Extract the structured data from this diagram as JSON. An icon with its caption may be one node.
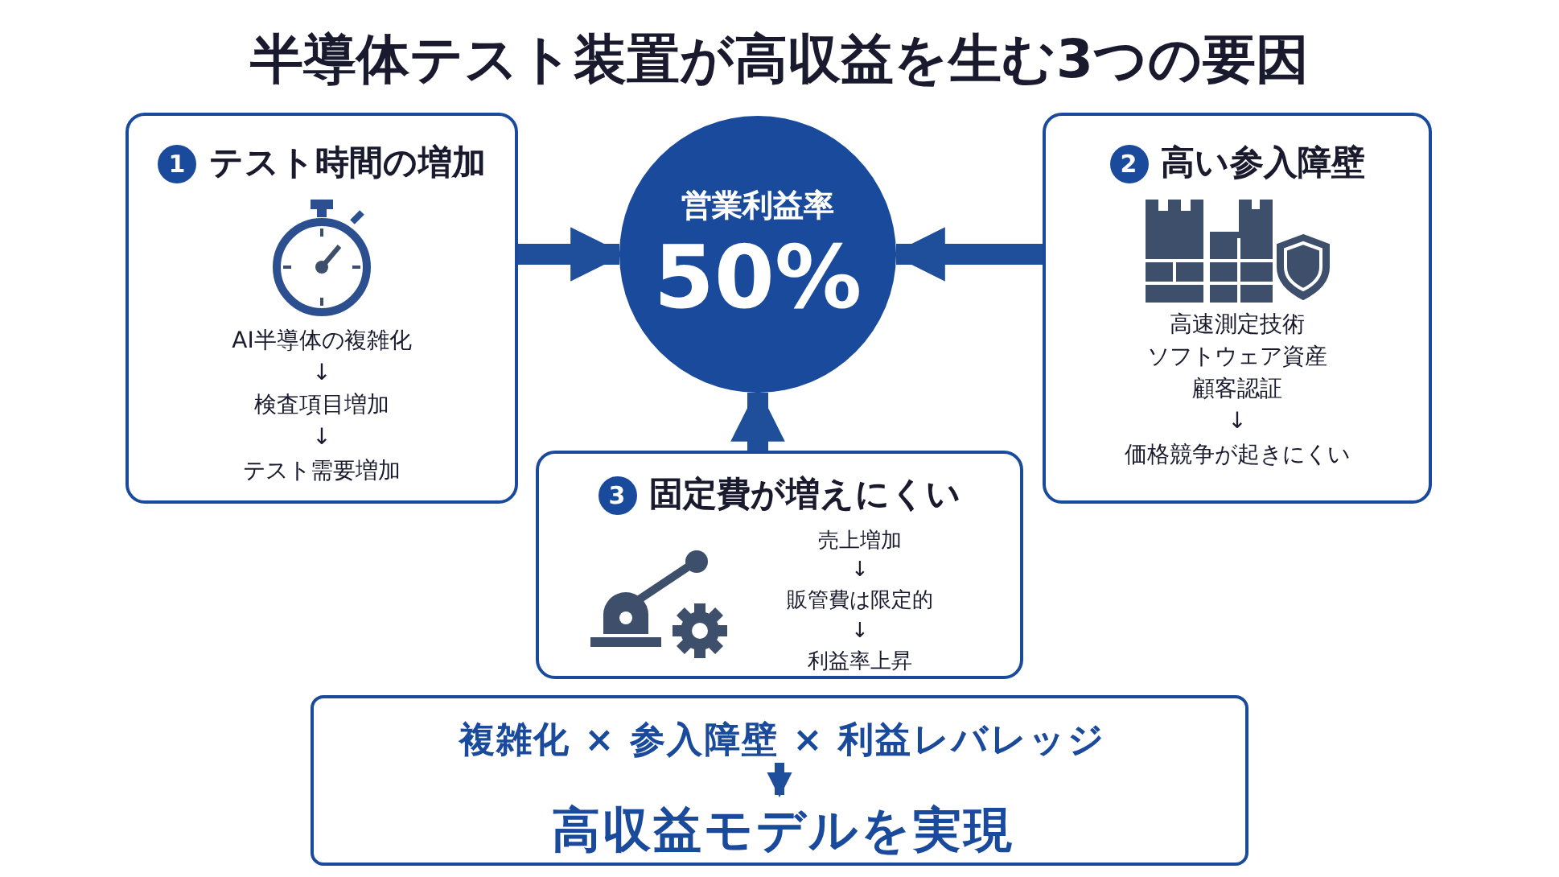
{
  "diagram": {
    "title": "半導体テスト装置が高収益を生む3つの要因",
    "nodes": [
      {
        "text": [
          "1",
          "テスト時間の増加",
          "AI半導体の複雑化",
          "↓",
          "検査項目増加",
          "↓",
          "テスト需要増加"
        ]
      },
      {
        "text": [
          "営業利益率",
          "50%"
        ]
      },
      {
        "text": [
          "2",
          "高い参入障壁",
          "高速測定技術",
          "ソフトウェア資産",
          "顧客認証",
          "↓",
          "価格競争が起きにくい"
        ]
      },
      {
        "text": [
          "3",
          "固定費が増えにくい",
          "売上増加",
          "↓",
          "販管費は限定的",
          "↓",
          "利益率上昇"
        ]
      },
      {
        "text": [],
        "shape": "box"
      },
      {
        "text": [
          "複雑化 × 参入障壁 × 利益レバレッジ"
        ],
        "in": 4
      },
      {
        "text": [
          "高収益モデルを実現"
        ],
        "in": 4
      }
    ],
    "edges": [
      {
        "from": 0,
        "to": 1,
        "arrow": "to"
      },
      {
        "from": 2,
        "to": 1,
        "arrow": "to"
      },
      {
        "from": 3,
        "to": 1,
        "arrow": "to"
      },
      {
        "from": 5,
        "to": 6,
        "arrow": "to"
      }
    ]
  }
}
